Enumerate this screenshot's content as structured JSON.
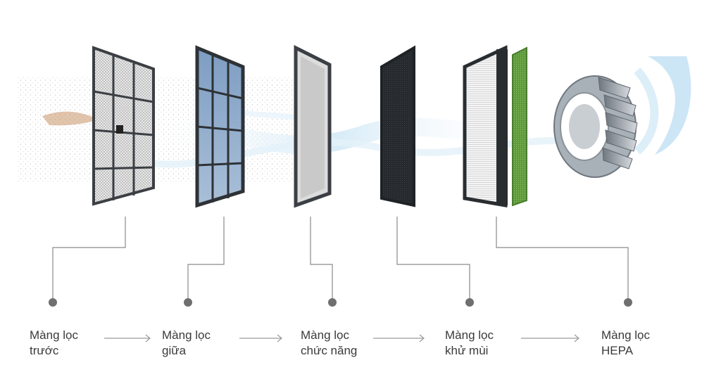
{
  "labels": [
    {
      "line1": "Màng lọc",
      "line2": "trước"
    },
    {
      "line1": "Màng lọc",
      "line2": "giữa"
    },
    {
      "line1": "Màng lọc",
      "line2": "chức năng"
    },
    {
      "line1": "Màng lọc",
      "line2": "khử mùi"
    },
    {
      "line1": "Màng lọc",
      "line2": "HEPA"
    }
  ],
  "colors": {
    "frame": "#3b3f44",
    "connector": "#8a8a8a",
    "dot": "#6f6f6f",
    "arrow": "#9a9a9a",
    "airflow": "#bfe0f2",
    "carbon": "#1f2326",
    "green_mesh": "#6ea54a",
    "blue_glass": "#6f8fb5",
    "fan": "#9aa3ab"
  }
}
